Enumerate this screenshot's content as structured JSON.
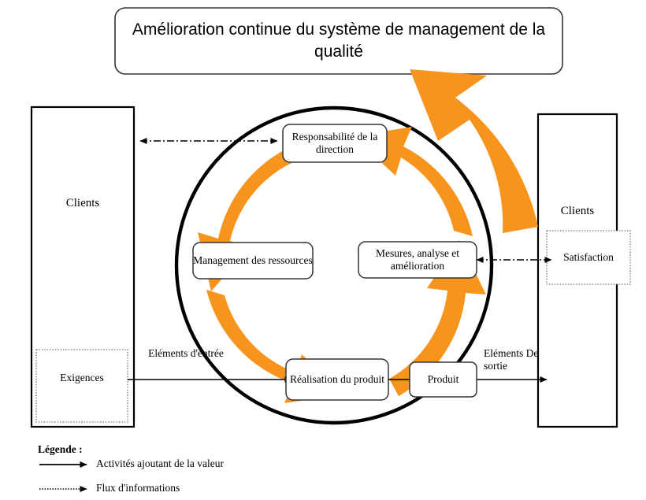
{
  "diagram": {
    "title_box": {
      "label": "Amélioration continue du système de management de la qualité"
    },
    "left_panel": {
      "label": "Clients",
      "sub_box": {
        "label": "Exigences"
      }
    },
    "right_panel": {
      "label": "Clients",
      "sub_box": {
        "label": "Satisfaction"
      }
    },
    "process_nodes": [
      {
        "id": "responsabilite",
        "label": "Responsabilité de la direction"
      },
      {
        "id": "management-ressources",
        "label": "Management des ressources"
      },
      {
        "id": "mesures-analyse",
        "label": "Mesures, analyse et amélioration"
      },
      {
        "id": "realisation-produit",
        "label": "Réalisation du produit"
      },
      {
        "id": "produit",
        "label": "Produit"
      }
    ],
    "flow_labels": {
      "input": "Eléments d'entrée",
      "output": "Eléments De sortie"
    },
    "legend": {
      "heading": "Légende :",
      "items": [
        {
          "style": "solid-arrow",
          "label": "Activités ajoutant de la valeur"
        },
        {
          "style": "dotted-arrow",
          "label": "Flux d'informations"
        }
      ]
    },
    "colors": {
      "orange": "#F7941D",
      "peach": "#FAD0A4",
      "outline": "#000000",
      "panel_border": "#000000",
      "background": "#FFFFFF"
    }
  }
}
